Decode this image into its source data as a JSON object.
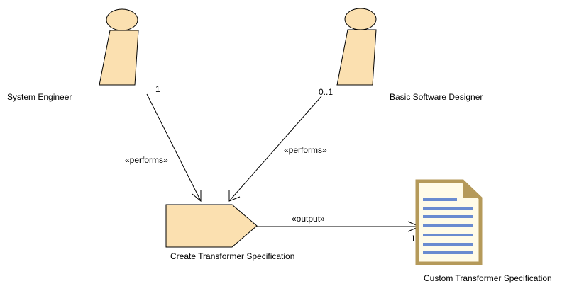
{
  "roles": [
    {
      "id": "system-engineer",
      "label": "System Engineer"
    },
    {
      "id": "basic-software-designer",
      "label": "Basic Software Designer"
    }
  ],
  "task": {
    "label": "Create Transformer Specification"
  },
  "work_product": {
    "label": "Custom Transformer Specification"
  },
  "relations": [
    {
      "from": "System Engineer",
      "to": "Create Transformer Specification",
      "stereotype": "«performs»",
      "multiplicity": "1"
    },
    {
      "from": "Basic Software Designer",
      "to": "Create Transformer Specification",
      "stereotype": "«performs»",
      "multiplicity": "0..1"
    },
    {
      "from": "Create Transformer Specification",
      "to": "Custom Transformer Specification",
      "stereotype": "«output»",
      "multiplicity": "1"
    }
  ],
  "colors": {
    "shape_fill": "#fbe0b0",
    "shape_stroke": "#000000",
    "doc_border": "#b59a5a",
    "doc_lines": "#6a8bd0"
  }
}
